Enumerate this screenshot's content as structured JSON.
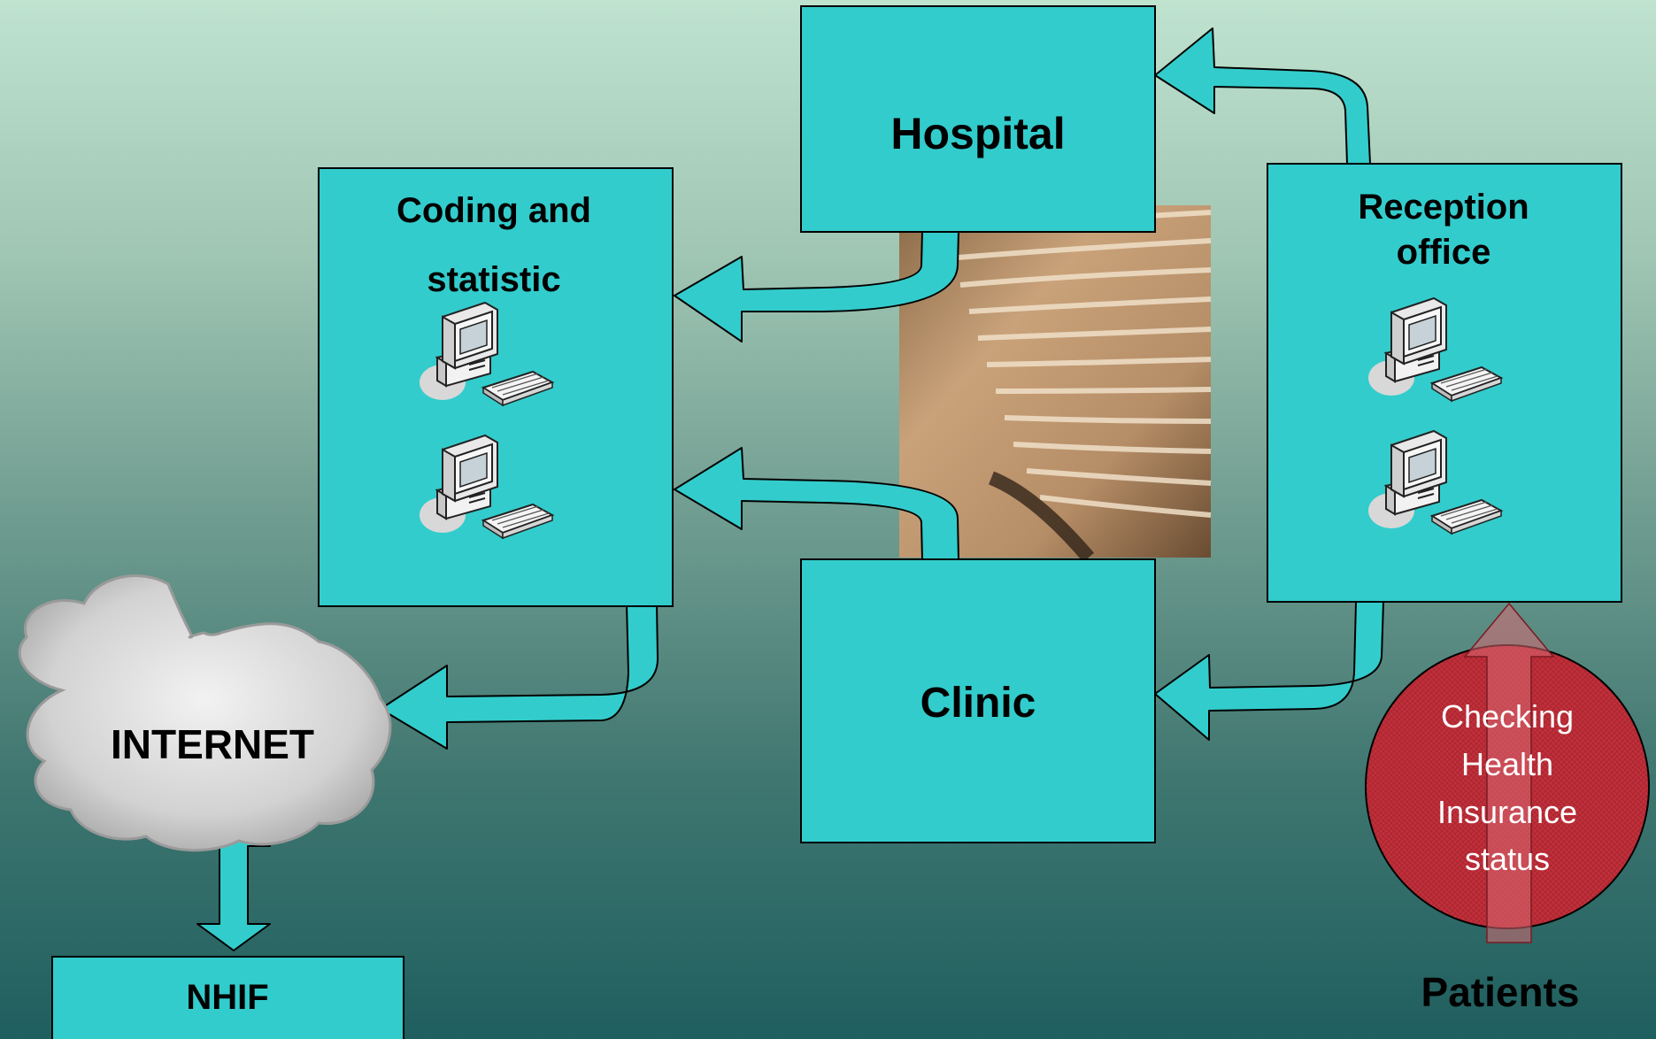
{
  "nodes": {
    "hospital": "Hospital",
    "coding_line1": "Coding and",
    "coding_line2": "statistic",
    "reception_line1": "Reception",
    "reception_line2": "office",
    "clinic": "Clinic",
    "internet": "INTERNET",
    "nhif": "NHIF",
    "checking": [
      "Checking",
      "Health",
      "Insurance",
      "status"
    ],
    "patients": "Patients"
  },
  "icons": {
    "computer": "computer-icon",
    "files": "file-folders-photo"
  },
  "colors": {
    "box_fill": "#33cccc",
    "circle_fill": "#c02a34",
    "cloud_fill": "#d4d4d4"
  }
}
